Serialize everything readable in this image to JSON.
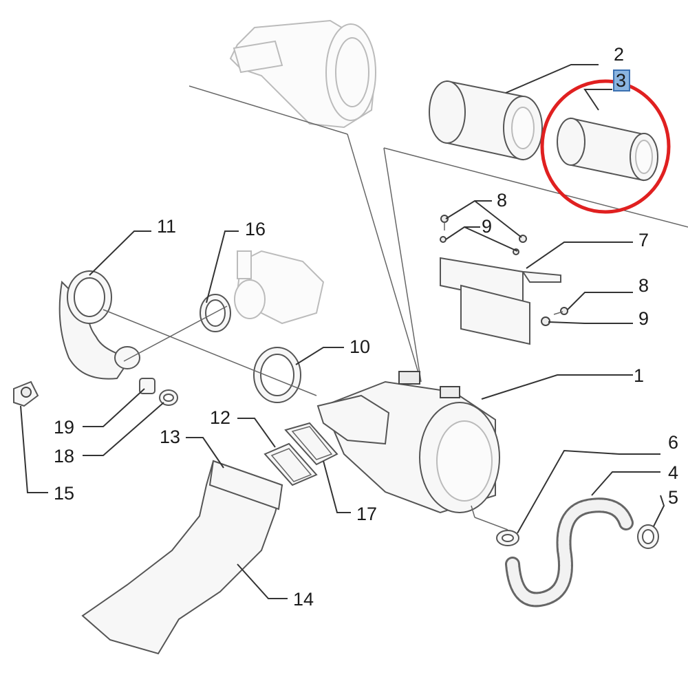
{
  "callouts": [
    {
      "id": "1",
      "label": "1"
    },
    {
      "id": "2",
      "label": "2"
    },
    {
      "id": "3",
      "label": "3"
    },
    {
      "id": "4",
      "label": "4"
    },
    {
      "id": "5",
      "label": "5"
    },
    {
      "id": "6",
      "label": "6"
    },
    {
      "id": "7",
      "label": "7"
    },
    {
      "id": "8a",
      "label": "8"
    },
    {
      "id": "8b",
      "label": "8"
    },
    {
      "id": "9a",
      "label": "9"
    },
    {
      "id": "9b",
      "label": "9"
    },
    {
      "id": "10",
      "label": "10"
    },
    {
      "id": "11",
      "label": "11"
    },
    {
      "id": "12",
      "label": "12"
    },
    {
      "id": "13",
      "label": "13"
    },
    {
      "id": "14",
      "label": "14"
    },
    {
      "id": "15",
      "label": "15"
    },
    {
      "id": "16",
      "label": "16"
    },
    {
      "id": "17",
      "label": "17"
    },
    {
      "id": "18",
      "label": "18"
    },
    {
      "id": "19",
      "label": "19"
    }
  ],
  "selected_callout": "3",
  "colors": {
    "highlight_circle": "#e02020",
    "selected_badge_fill": "#8ab4e0",
    "selected_badge_stroke": "#3a6fb0",
    "line": "#333333"
  }
}
